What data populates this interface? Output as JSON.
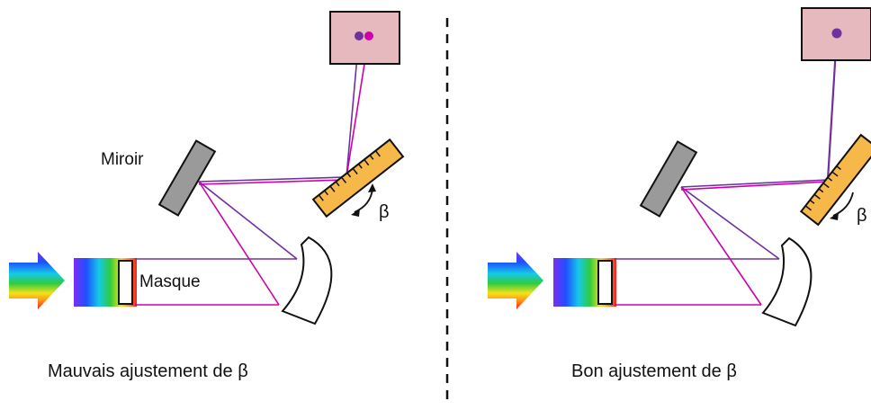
{
  "labels": {
    "mirror": "Miroir",
    "mask": "Masque",
    "angle_left": "β",
    "angle_right": "β",
    "caption_left": "Mauvais ajustement de β",
    "caption_right": "Bon ajustement de β"
  },
  "colors": {
    "violet_beam": "#7030a0",
    "magenta_beam": "#cc00aa",
    "grating_fill": "#f7b84a",
    "mirror_fill": "#9a9a9a",
    "detector_fill": "#e5b9bd",
    "outline": "#111111"
  }
}
